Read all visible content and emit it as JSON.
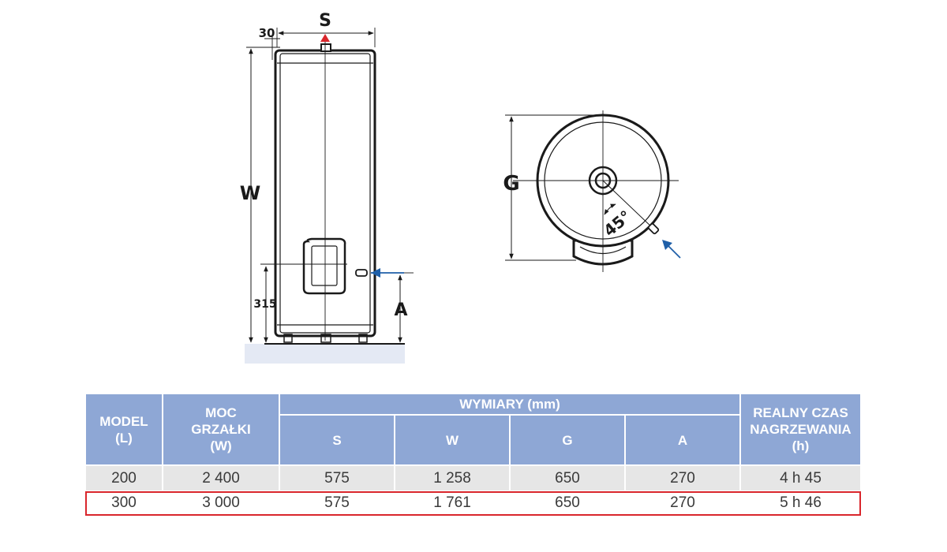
{
  "drawing": {
    "labels": {
      "s": "S",
      "w": "W",
      "g": "G",
      "a": "A",
      "top_offset": "30",
      "inlet_height": "315",
      "angle": "45°"
    },
    "colors": {
      "line": "#1a1a1a",
      "hot_arrow": "#d9262c",
      "cold_arrow": "#1f5fa8",
      "floor": "#e4e9f4"
    }
  },
  "table": {
    "headers": {
      "model": "MODEL (L)",
      "power": "MOC GRZAŁKI (W)",
      "dimensions": "WYMIARY (mm)",
      "s": "S",
      "w": "W",
      "g": "G",
      "a": "A",
      "heating_time": "REALNY CZAS NAGRZEWANIA (h)"
    },
    "rows": [
      {
        "model": "200",
        "power": "2 400",
        "s": "575",
        "w": "1 258",
        "g": "650",
        "a": "270",
        "time": "4 h 45"
      },
      {
        "model": "300",
        "power": "3 000",
        "s": "575",
        "w": "1 761",
        "g": "650",
        "a": "270",
        "time": "5 h 46"
      }
    ],
    "colors": {
      "header_bg": "#8ea7d5",
      "row_alt_bg": "#e6e6e6",
      "highlight_border": "#d9262c"
    },
    "highlighted_row": 1
  }
}
